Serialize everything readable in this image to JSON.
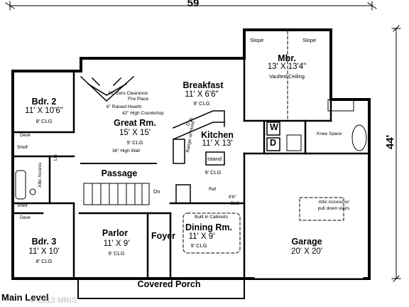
{
  "plan": {
    "overall_width": "59",
    "overall_depth": "44'",
    "level_label": "Main Level",
    "watermark": "© 2013 MRIS"
  },
  "rooms": {
    "mbr": {
      "name": "Mbr.",
      "size": "13' X 13'4\"",
      "ceiling": "Vaulted Ceiling",
      "slope_left": "Slope",
      "slope_right": "Slope"
    },
    "breakfast": {
      "name": "Breakfast",
      "size": "11' X 6'6\"",
      "ceiling": "9' CLG"
    },
    "bdr2": {
      "name": "Bdr. 2",
      "size": "11' X 10'6\"",
      "ceiling": "8' CLG"
    },
    "great": {
      "name": "Great Rm.",
      "size": "15' X 15'",
      "ceiling": "9' CLG"
    },
    "kitchen": {
      "name": "Kitchen",
      "size": "11' X 13'",
      "ceiling": "9' CLG"
    },
    "passage": {
      "name": "Passage"
    },
    "bdr3": {
      "name": "Bdr. 3",
      "size": "11' X 10'",
      "ceiling": "8' CLG"
    },
    "parlor": {
      "name": "Parlor",
      "size": "11' X 9'",
      "ceiling": "9' CLG"
    },
    "foyer": {
      "name": "Foyer"
    },
    "dining": {
      "name": "Dining Rm.",
      "size": "11' X 9'",
      "ceiling": "9' CLG"
    },
    "garage": {
      "name": "Garage",
      "size": "20' X 20'"
    },
    "porch": {
      "name": "Covered Porch"
    }
  },
  "notes": {
    "fireplace1": "36\" Zero Clearance",
    "fireplace2": "Fire Place",
    "hearth": "6\" Raised Hearth",
    "countertop": "42\" High Countertop",
    "high_wall": "36\" High Wall",
    "island": "Island",
    "dn": "Dn",
    "ref": "Ref",
    "clg_86": "8'6\"",
    "clg_86b": "CLG",
    "built_in": "Built in Cabinets",
    "knee_space": "Knee Space",
    "attic_garage1": "Attic Access w/",
    "attic_garage2": "pull down stairs",
    "attic_access": "Attic Access",
    "desk_top": "Desk",
    "desk_bottom": "Desk",
    "shelf_top": "Shelf",
    "shelf_bottom": "Shelf",
    "lin": "Lin",
    "washer": "W",
    "dryer": "D",
    "range": "Range w/ Hood",
    "dw": "D.W."
  }
}
